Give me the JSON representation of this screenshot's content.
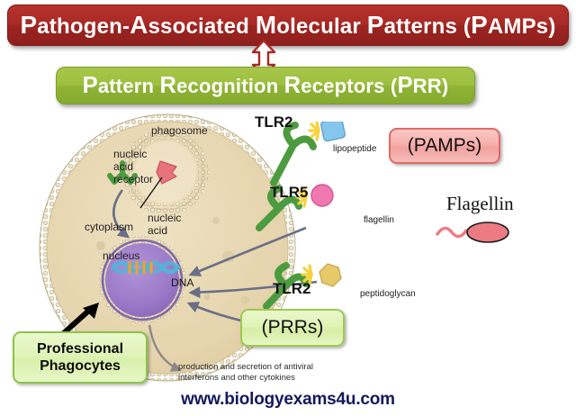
{
  "banners": {
    "pamps": {
      "text": "Pathogen-Associated Molecular Patterns (PAMPs)",
      "color": "#a82a26"
    },
    "prr": {
      "text": "Pattern Recognition Receptors (PRR)",
      "color": "#9cbf3e"
    },
    "connector_icon": "double-headed-vertical-arrow"
  },
  "callouts": {
    "pamps": {
      "label": "(PAMPs)",
      "color": "#f2a19e"
    },
    "prrs": {
      "label": "(PRRs)",
      "color": "#d7eda4"
    },
    "phagocytes": {
      "line1": "Professional",
      "line2": "Phagocytes",
      "color": "#d9f0ab"
    }
  },
  "cell": {
    "labels": {
      "phagosome": "phagosome",
      "nucleic_acid_receptor": "nucleic\nacid\nreceptor",
      "nucleic_acid": "nucleic\nacid",
      "cytoplasm": "cytoplasm",
      "nucleus": "nucleus",
      "dna": "DNA"
    },
    "output_note": "production and secretion of antiviral\ninterferons and other cytokines",
    "colors": {
      "cytoplasm": "#e5d4ad",
      "membrane": "#cbbe95",
      "nucleus": "#9b79c7",
      "receptor_green": "#4d9b3f",
      "nucleic_acid_red": "#e8737d"
    }
  },
  "receptors": [
    {
      "name": "TLR2",
      "ligand": "lipopeptide",
      "ligand_shape": "square",
      "ligand_color": "#86c5ec"
    },
    {
      "name": "TLR5",
      "ligand": "flagellin",
      "ligand_shape": "circle",
      "ligand_color": "#f078b0"
    },
    {
      "name": "TLR2",
      "ligand": "peptidoglycan",
      "ligand_shape": "hexagon",
      "ligand_color": "#e8c96a"
    }
  ],
  "flagellin_panel": {
    "title": "Flagellin",
    "icon": "bacterium-with-flagellum",
    "color": "#ec7b84"
  },
  "footer": {
    "url": "www.biologyexams4u.com",
    "color": "#13195e"
  }
}
